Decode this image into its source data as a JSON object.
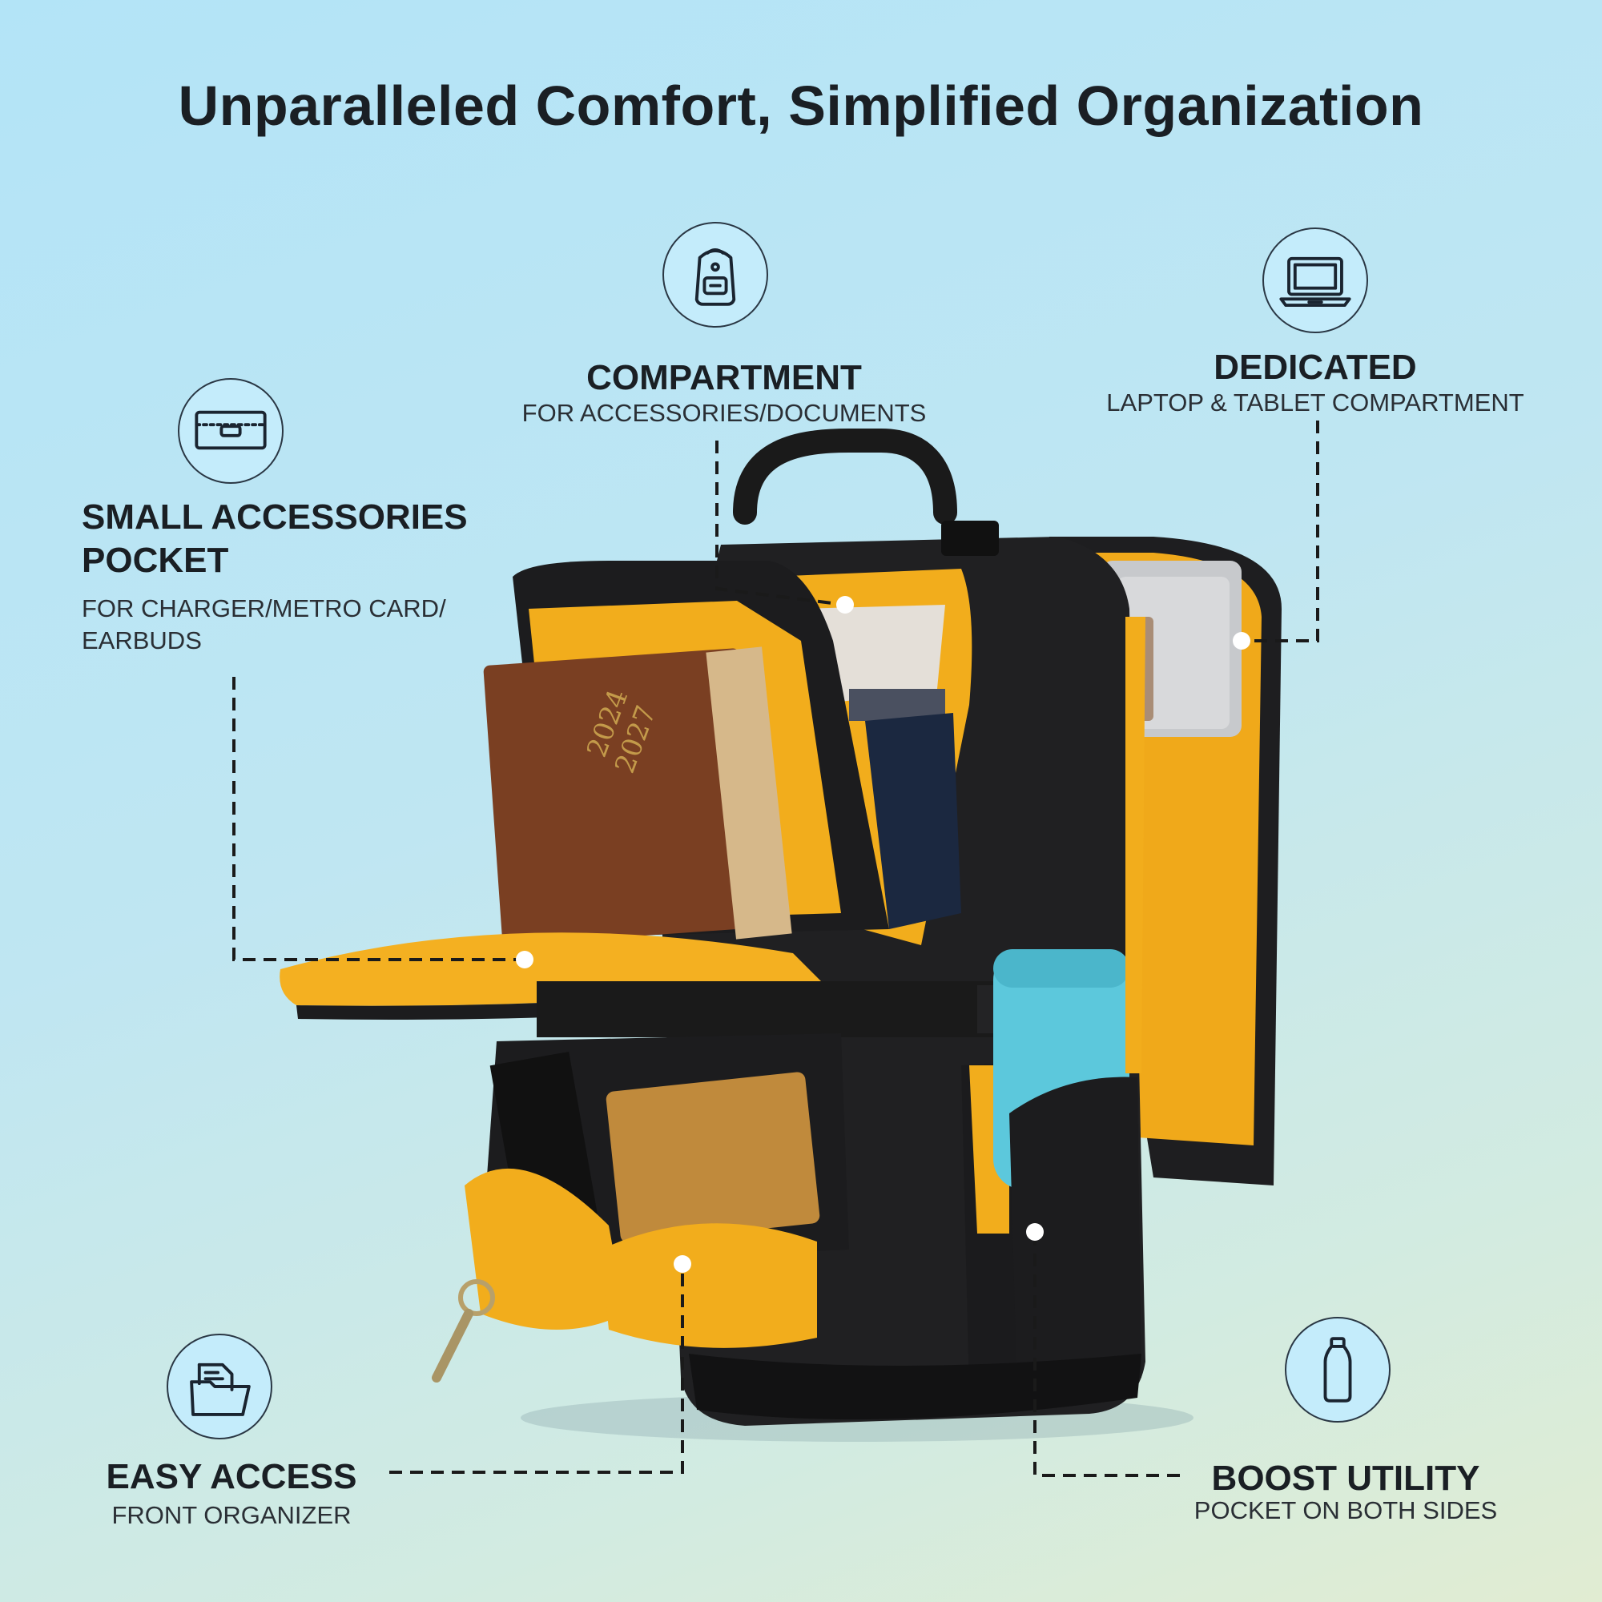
{
  "headline": "Unparalleled Comfort, Simplified Organization",
  "features": {
    "compartment": {
      "title": "COMPARTMENT",
      "subtitle": "FOR ACCESSORIES/DOCUMENTS",
      "icon": "backpack-icon"
    },
    "dedicated": {
      "title": "DEDICATED",
      "subtitle": "LAPTOP & TABLET COMPARTMENT",
      "icon": "laptop-icon"
    },
    "small_pocket": {
      "title_line1": "SMALL ACCESSORIES",
      "title_line2": "POCKET",
      "subtitle_line1": "FOR CHARGER/METRO CARD/",
      "subtitle_line2": "EARBUDS",
      "icon": "wallet-clutch-icon"
    },
    "easy_access": {
      "title": "EASY ACCESS",
      "subtitle": "FRONT ORGANIZER",
      "icon": "folder-documents-icon"
    },
    "boost_utility": {
      "title": "BOOST UTILITY",
      "subtitle": "POCKET ON BOTH SIDES",
      "icon": "bottle-icon"
    }
  },
  "product_photo": {
    "diary_cover_text_line1": "2024",
    "diary_cover_text_line2": "2027",
    "colors": {
      "bag": "#1c1c1e",
      "lining": "#f2ad1c",
      "bottle": "#5cc8dc",
      "diary": "#7a3f22",
      "wallet": "#c08a3c"
    }
  },
  "colors": {
    "accent_circle": "#c4ecfb",
    "text": "#1a1f24",
    "leader_line": "#1a1a1a"
  }
}
